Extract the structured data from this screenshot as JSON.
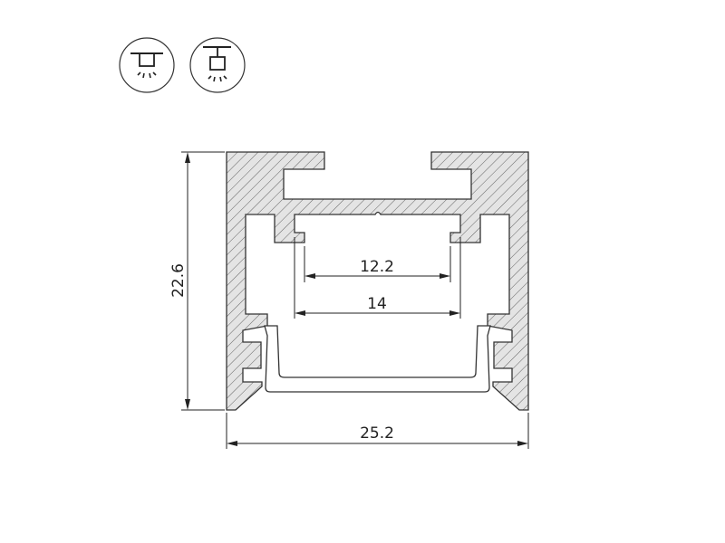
{
  "icons": [
    {
      "name": "surface-mount-icon"
    },
    {
      "name": "suspended-mount-icon"
    }
  ],
  "dimensions": {
    "height": "22.6",
    "width": "25.2",
    "inner_slot_width": "12.2",
    "inner_width": "14"
  },
  "colors": {
    "section_fill": "#e4e4e4",
    "line": "#333333"
  }
}
